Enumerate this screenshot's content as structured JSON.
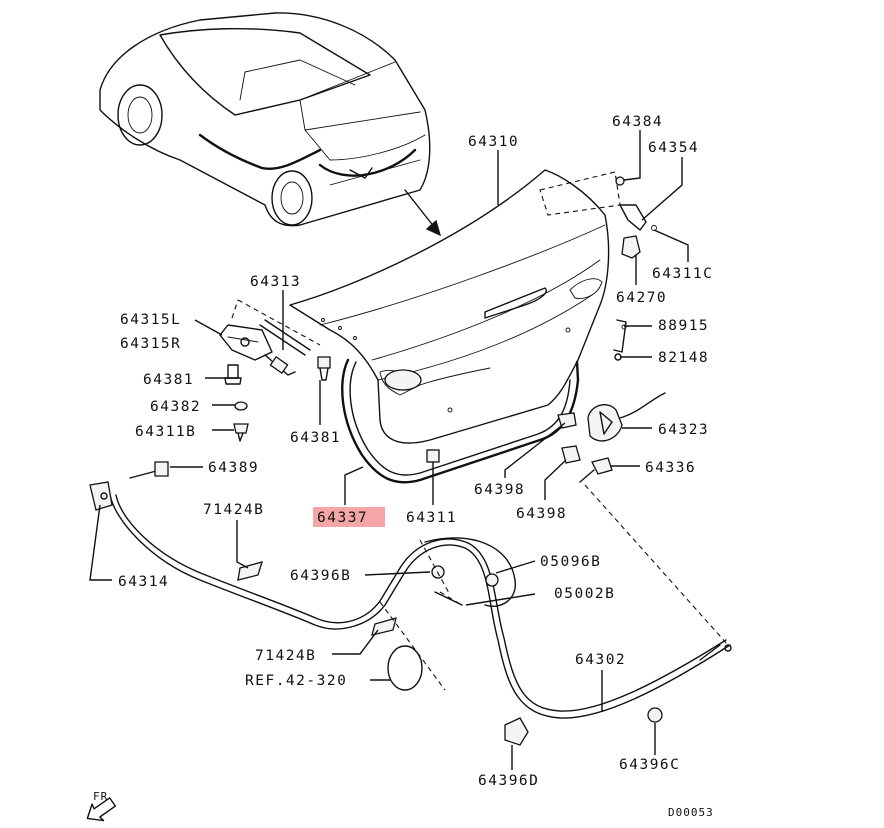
{
  "diagram": {
    "code": "D00053",
    "orientation_label": "FR",
    "highlight_color": "#f4a6a6",
    "highlighted_part": "64337",
    "labels": {
      "p64310": "64310",
      "p64384": "64384",
      "p64354": "64354",
      "p64311C": "64311C",
      "p64270": "64270",
      "p88915": "88915",
      "p82148": "82148",
      "p64313": "64313",
      "p64315L": "64315L",
      "p64315R": "64315R",
      "p64381a": "64381",
      "p64382": "64382",
      "p64311B": "64311B",
      "p64381b": "64381",
      "p64389": "64389",
      "p64323": "64323",
      "p64336": "64336",
      "p64398a": "64398",
      "p64398b": "64398",
      "p64337": "64337",
      "p64311": "64311",
      "p71424Ba": "71424B",
      "p64314": "64314",
      "p64396B": "64396B",
      "p05096B": "05096B",
      "p05002B": "05002B",
      "p71424Bb": "71424B",
      "pREF": "REF.42-320",
      "p64302": "64302",
      "p64396D": "64396D",
      "p64396C": "64396C"
    }
  }
}
